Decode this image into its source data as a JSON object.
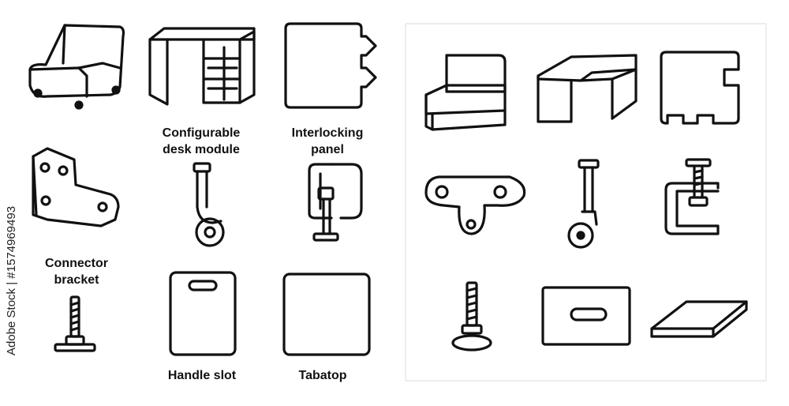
{
  "left_labels": {
    "desk": [
      "Configurable",
      "desk module"
    ],
    "panel": [
      "Interlocking",
      "panel"
    ],
    "bracket": [
      "Connector",
      "bracket"
    ],
    "handle": "Handle slot",
    "tabletop": "Tabatop"
  },
  "stock_id": "Adobe Stock | #1574969493",
  "colors": {
    "stroke": "#111111",
    "panel_border": "#e2e2e2",
    "background": "#ffffff"
  }
}
